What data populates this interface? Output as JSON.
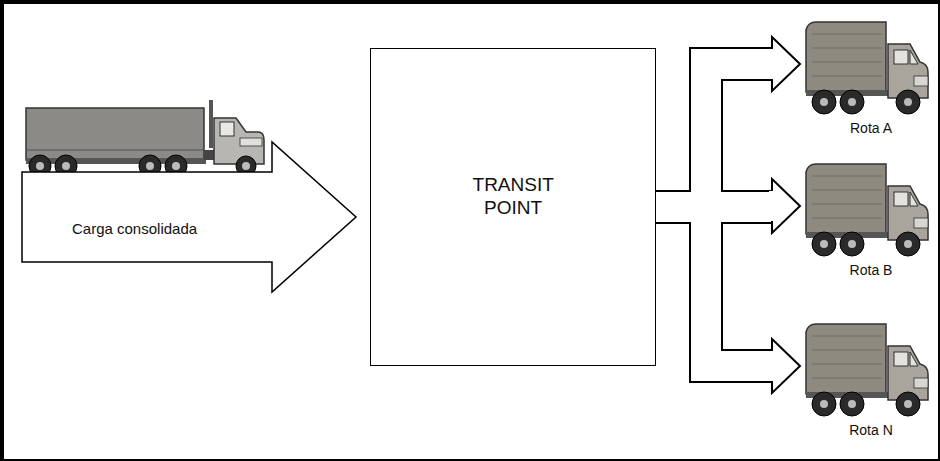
{
  "diagram": {
    "nodes": [
      {
        "text": [
          "Carga consolidada"
        ]
      },
      {
        "text": [
          "TRANSIT POINT"
        ]
      },
      {
        "text": [
          "Rota A"
        ]
      },
      {
        "text": [
          "Rota B"
        ]
      },
      {
        "text": [
          "Rota N"
        ]
      }
    ],
    "edges": [
      {
        "from": 1,
        "to": 2,
        "arrow": "to"
      },
      {
        "from": 1,
        "to": 3,
        "arrow": "to"
      },
      {
        "from": 1,
        "to": 4,
        "arrow": "to"
      }
    ]
  }
}
